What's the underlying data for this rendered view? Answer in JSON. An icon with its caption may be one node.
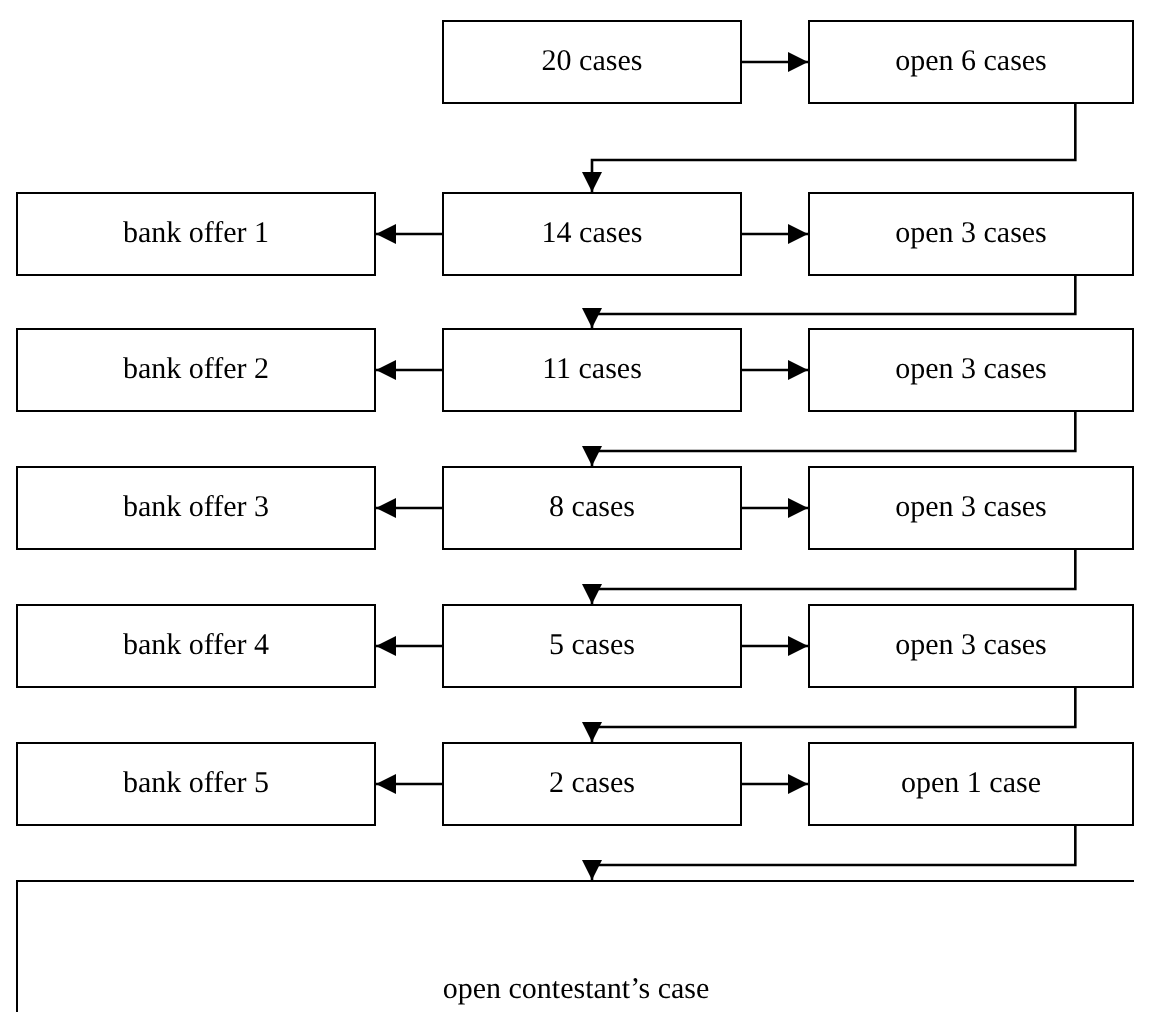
{
  "diagram": {
    "nodes": [
      {
        "text": [
          "20 cases"
        ]
      },
      {
        "text": [
          "open 6 cases"
        ]
      },
      {
        "text": [
          "bank offer 1"
        ]
      },
      {
        "text": [
          "14 cases"
        ]
      },
      {
        "text": [
          "open 3 cases"
        ]
      },
      {
        "text": [
          "bank offer 2"
        ]
      },
      {
        "text": [
          "11 cases"
        ]
      },
      {
        "text": [
          "open 3 cases"
        ]
      },
      {
        "text": [
          "bank offer 3"
        ]
      },
      {
        "text": [
          "8 cases"
        ]
      },
      {
        "text": [
          "open 3 cases"
        ]
      },
      {
        "text": [
          "bank offer 4"
        ]
      },
      {
        "text": [
          "5 cases"
        ]
      },
      {
        "text": [
          "open 3 cases"
        ]
      },
      {
        "text": [
          "bank offer 5"
        ]
      },
      {
        "text": [
          "2 cases"
        ]
      },
      {
        "text": [
          "open 1 case"
        ]
      },
      {
        "text": [
          "open contestant’s case"
        ]
      }
    ],
    "edges": [
      {
        "from": 0,
        "to": 1,
        "arrow": "to"
      },
      {
        "from": 1,
        "to": 3,
        "arrow": "to"
      },
      {
        "from": 3,
        "to": 2,
        "arrow": "to"
      },
      {
        "from": 3,
        "to": 4,
        "arrow": "to"
      },
      {
        "from": 4,
        "to": 6,
        "arrow": "to"
      },
      {
        "from": 6,
        "to": 5,
        "arrow": "to"
      },
      {
        "from": 6,
        "to": 7,
        "arrow": "to"
      },
      {
        "from": 7,
        "to": 9,
        "arrow": "to"
      },
      {
        "from": 9,
        "to": 8,
        "arrow": "to"
      },
      {
        "from": 9,
        "to": 10,
        "arrow": "to"
      },
      {
        "from": 10,
        "to": 12,
        "arrow": "to"
      },
      {
        "from": 12,
        "to": 11,
        "arrow": "to"
      },
      {
        "from": 12,
        "to": 13,
        "arrow": "to"
      },
      {
        "from": 13,
        "to": 15,
        "arrow": "to"
      },
      {
        "from": 15,
        "to": 14,
        "arrow": "to"
      },
      {
        "from": 15,
        "to": 16,
        "arrow": "to"
      },
      {
        "from": 16,
        "to": 17,
        "arrow": "to"
      }
    ]
  }
}
